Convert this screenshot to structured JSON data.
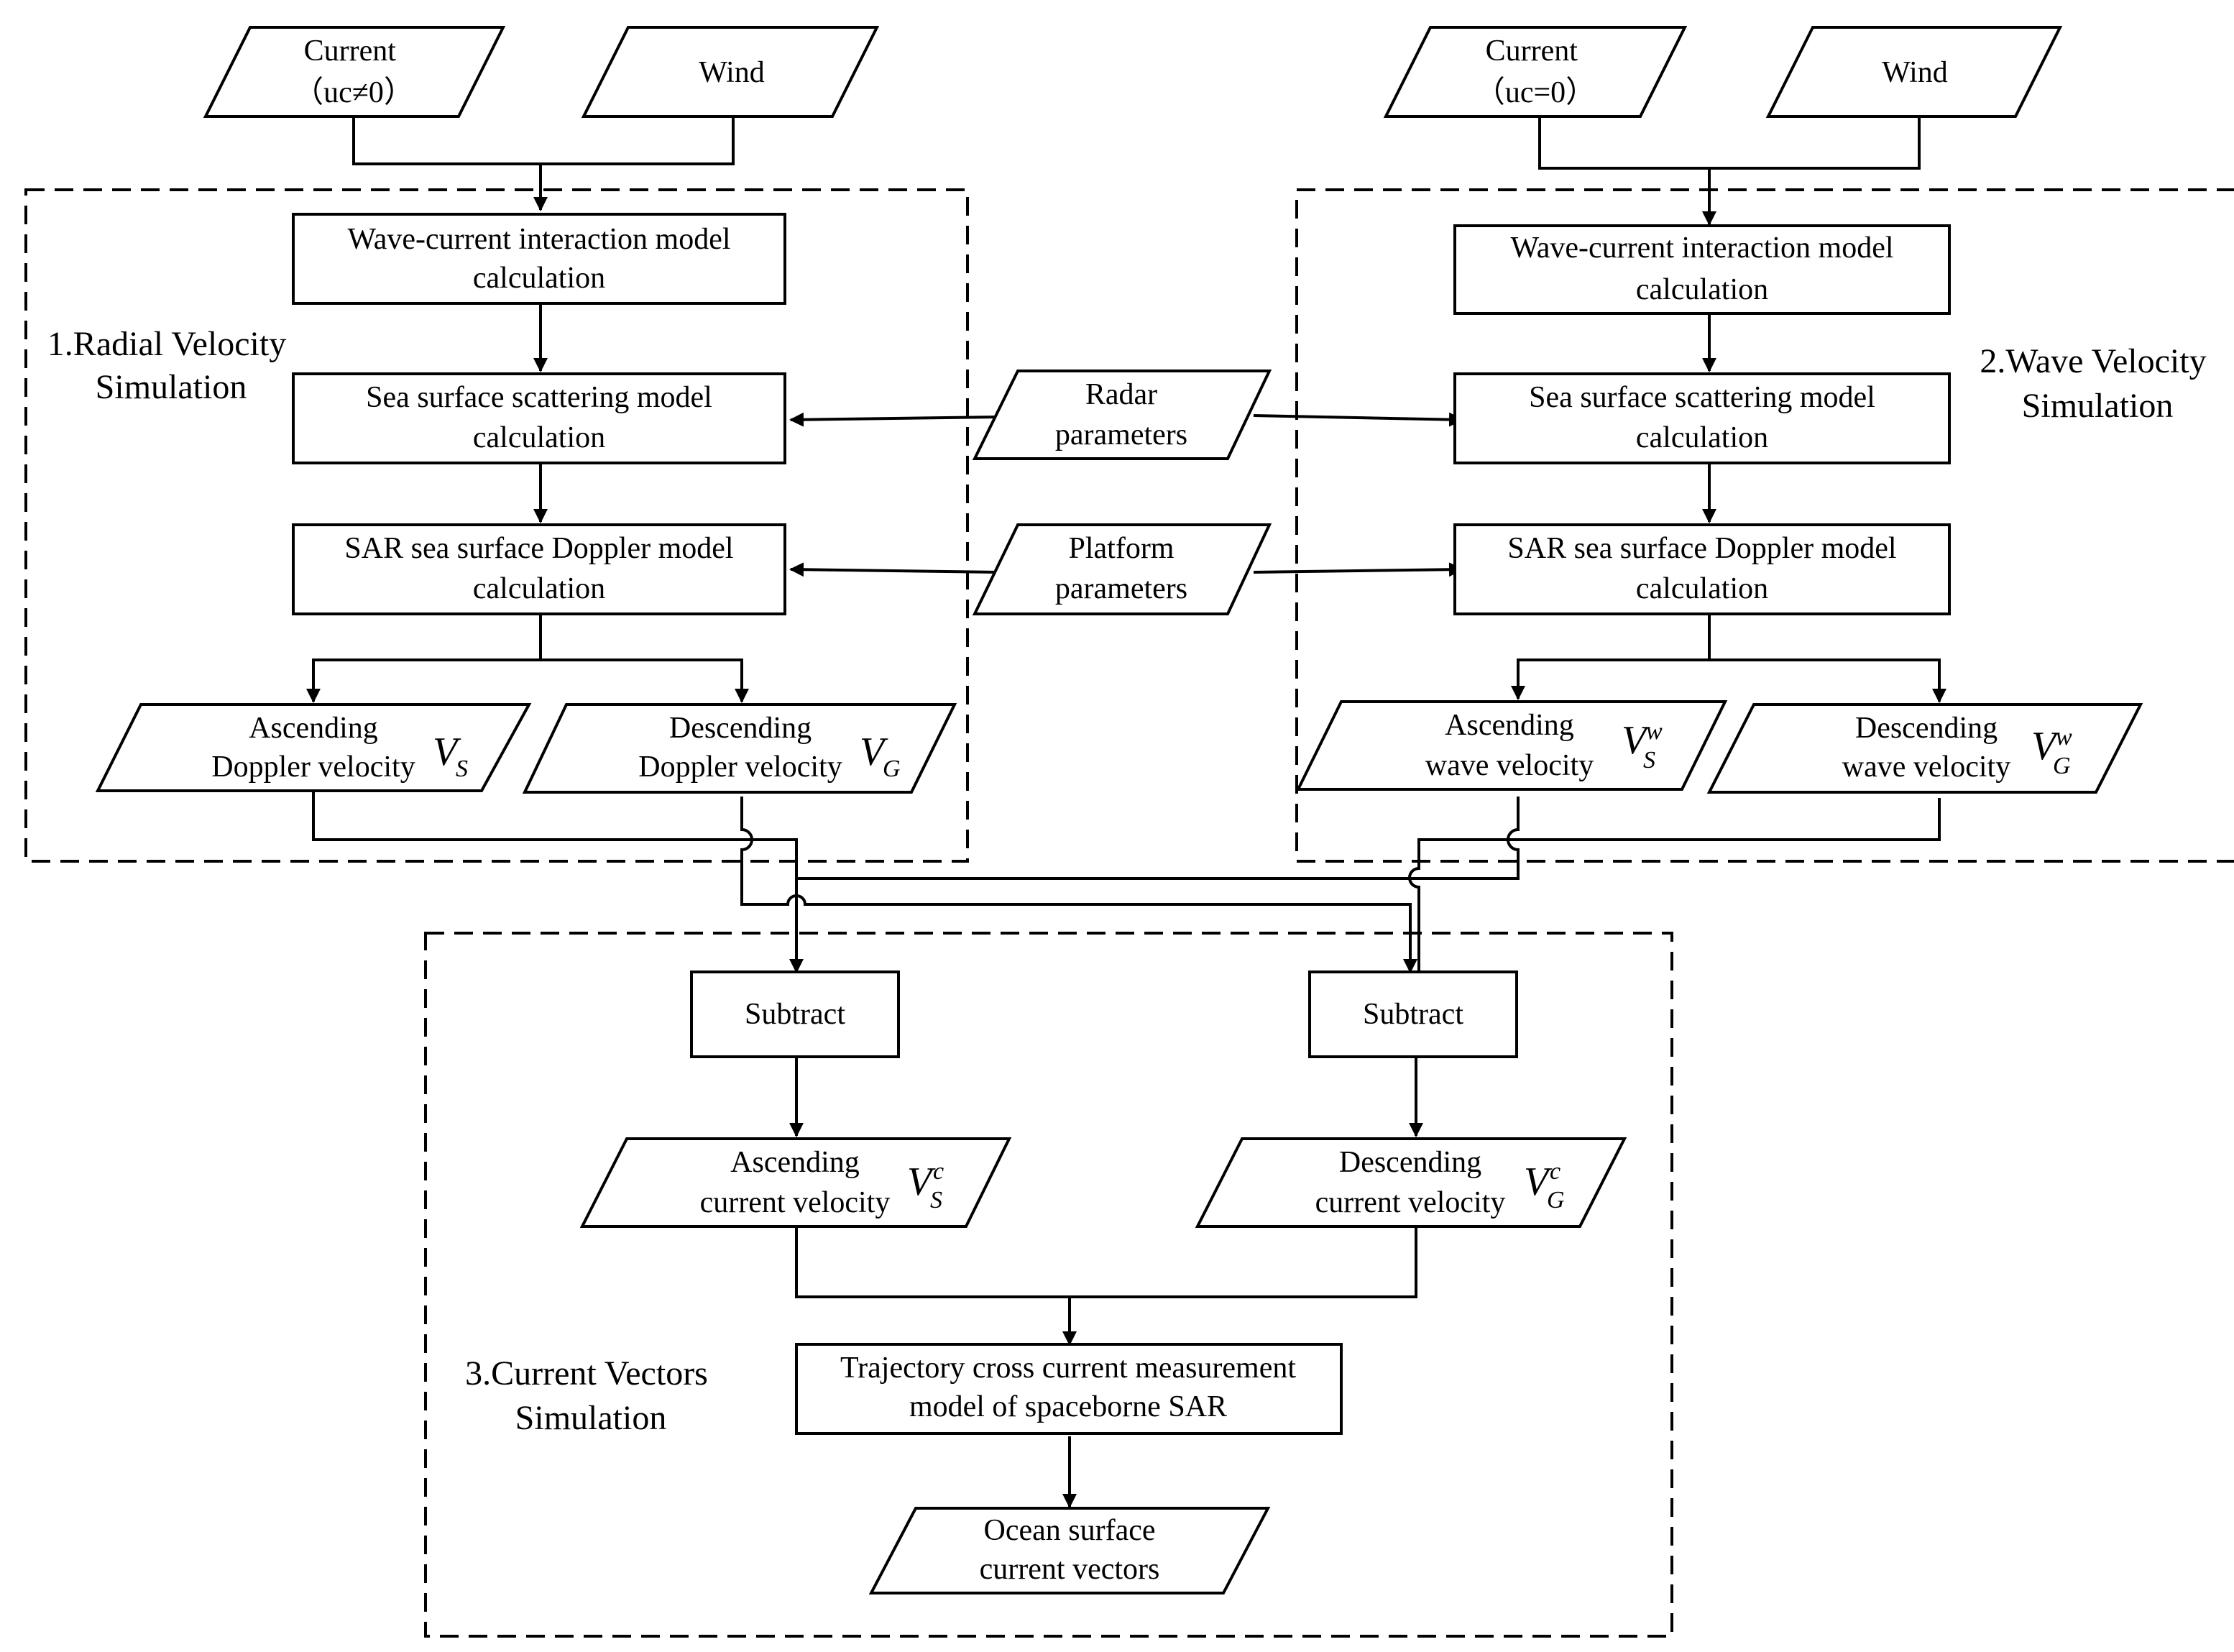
{
  "inputs": {
    "left_current": [
      "Current",
      "（uc≠0）"
    ],
    "left_wind": "Wind",
    "right_current": [
      "Current",
      "（uc=0）"
    ],
    "right_wind": "Wind"
  },
  "groups": {
    "radial": [
      "1.Radial Velocity",
      "Simulation"
    ],
    "wave": [
      "2.Wave Velocity",
      "Simulation"
    ],
    "current": [
      "3.Current Vectors",
      "Simulation"
    ]
  },
  "processes": {
    "wave_current_model": [
      "Wave-current interaction model",
      "calculation"
    ],
    "scattering_model": [
      "Sea surface scattering model",
      "calculation"
    ],
    "doppler_model": [
      "SAR sea surface Doppler model",
      "calculation"
    ],
    "subtract": "Subtract",
    "trajectory_model": [
      "Trajectory cross current measurement",
      "model of spaceborne SAR"
    ]
  },
  "shared_params": {
    "radar": [
      "Radar",
      "parameters"
    ],
    "platform": [
      "Platform",
      "parameters"
    ]
  },
  "outputs": {
    "asc_doppler": {
      "lines": [
        "Ascending",
        "Doppler velocity"
      ],
      "symbol": "V",
      "sub": "S",
      "sup": ""
    },
    "desc_doppler": {
      "lines": [
        "Descending",
        "Doppler velocity"
      ],
      "symbol": "V",
      "sub": "G",
      "sup": ""
    },
    "asc_wave": {
      "lines": [
        "Ascending",
        "wave velocity"
      ],
      "symbol": "V",
      "sub": "S",
      "sup": "w"
    },
    "desc_wave": {
      "lines": [
        "Descending",
        "wave velocity"
      ],
      "symbol": "V",
      "sub": "G",
      "sup": "w"
    },
    "asc_current": {
      "lines": [
        "Ascending",
        "current velocity"
      ],
      "symbol": "V",
      "sub": "S",
      "sup": "c"
    },
    "desc_current": {
      "lines": [
        "Descending",
        "current velocity"
      ],
      "symbol": "V",
      "sub": "G",
      "sup": "c"
    },
    "ocean_vectors": [
      "Ocean surface",
      "current vectors"
    ]
  }
}
